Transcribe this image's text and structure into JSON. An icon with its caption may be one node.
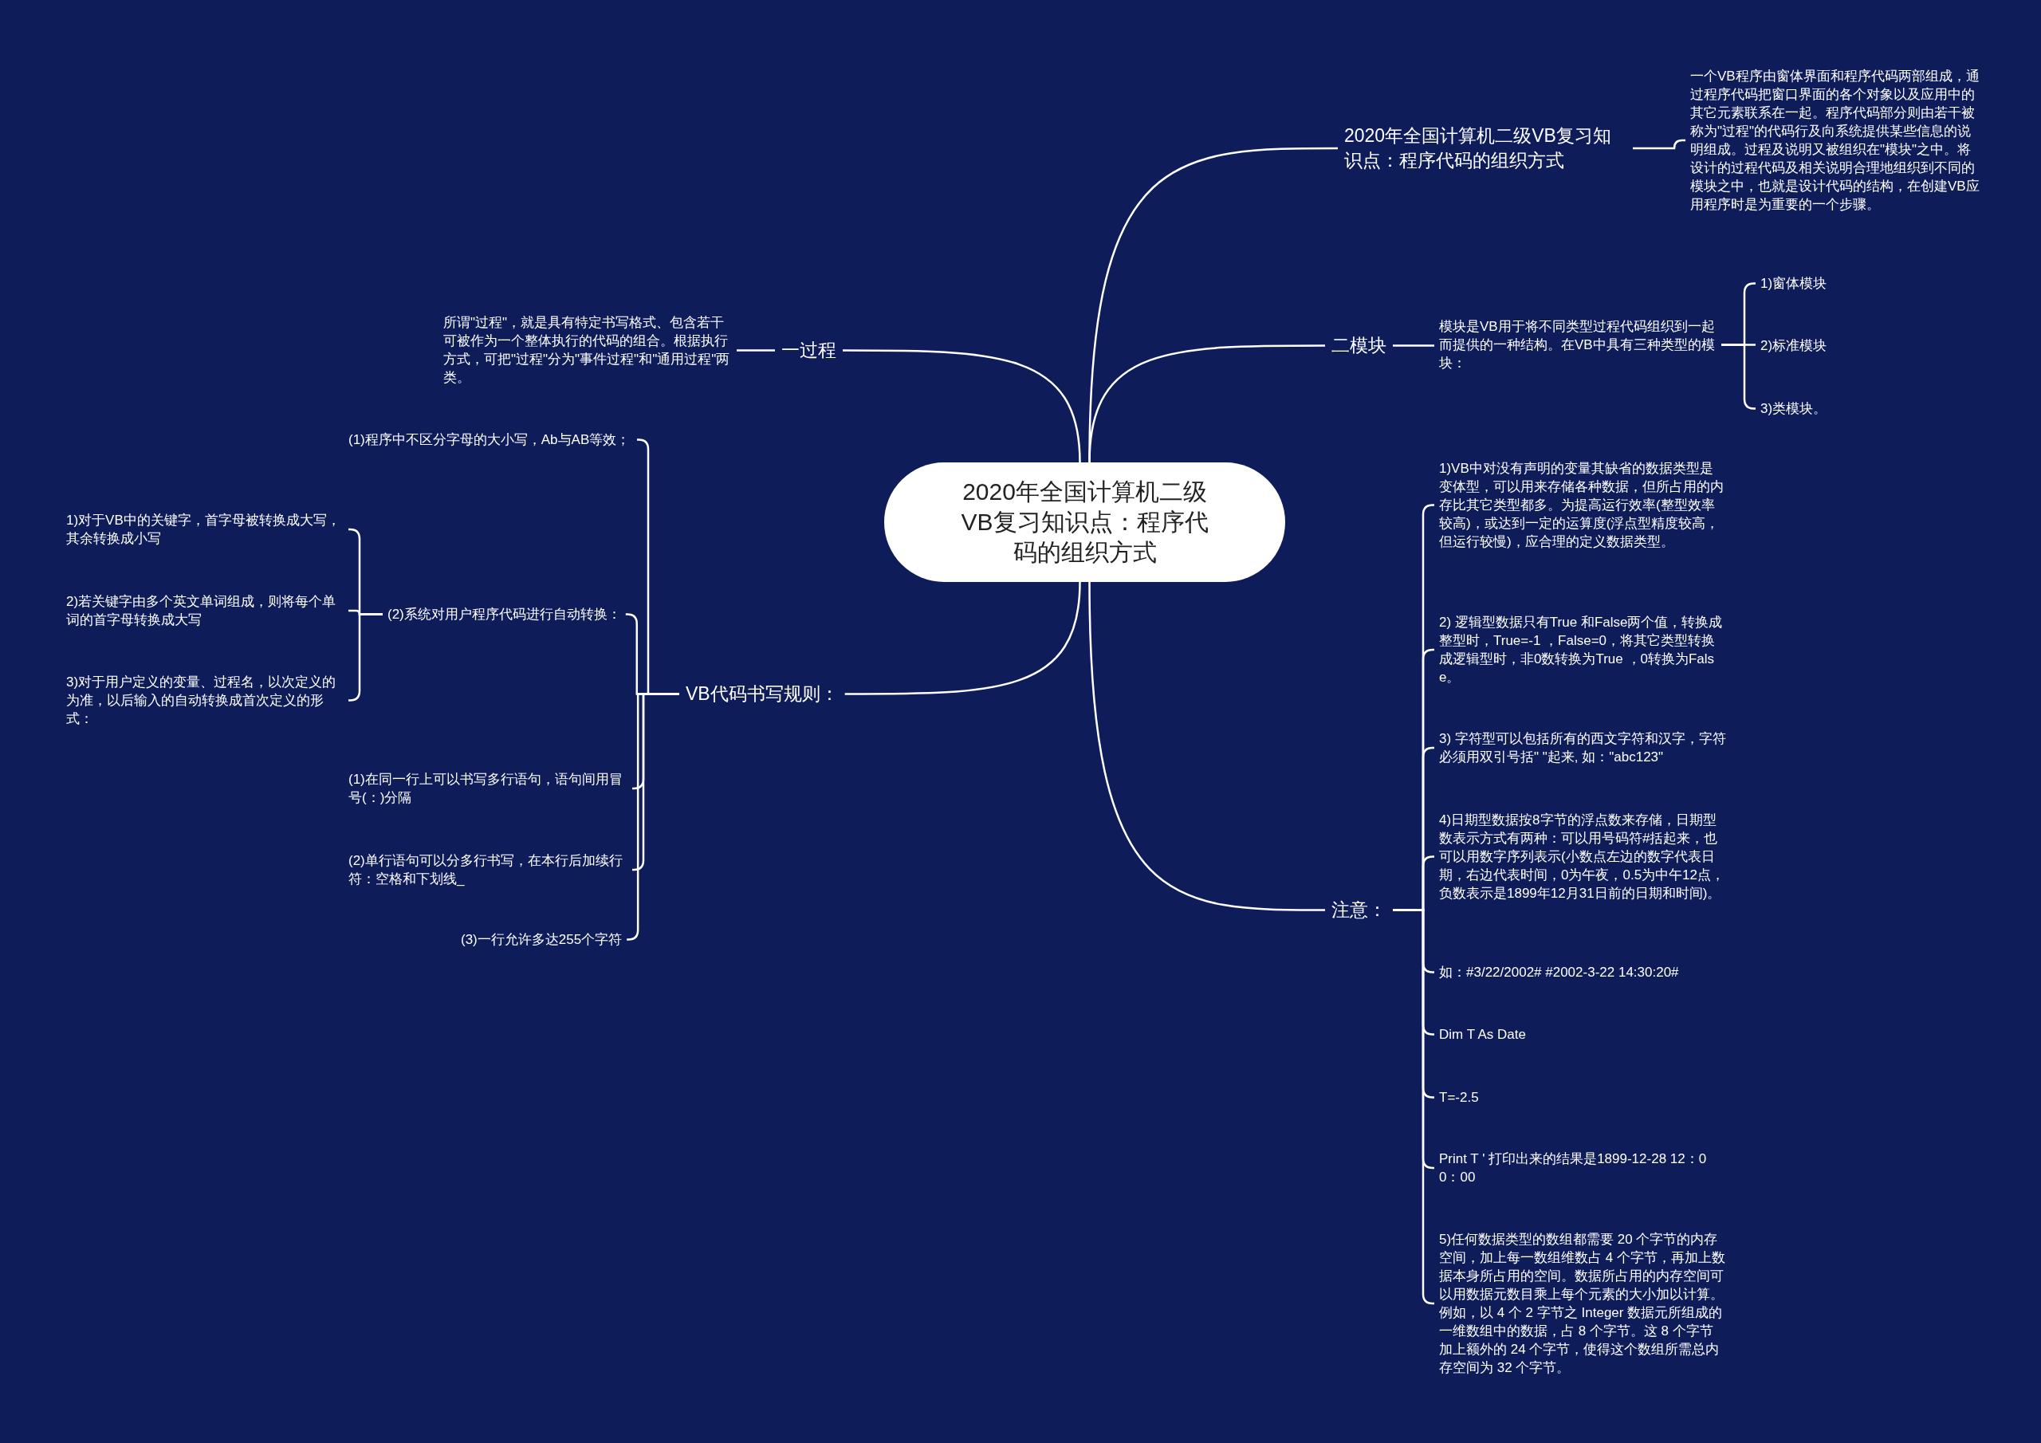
{
  "diagram": {
    "nodes": [
      {
        "text": [
          "2020年全国计算机二级VB复习知识点：程序代码的组织方式"
        ]
      },
      {
        "text": [
          "2020年全国计算机二级VB复习知识点：程序代码的组织方式"
        ]
      },
      {
        "text": [
          "一个VB程序由窗体界面和程序代码两部组成，通过程序代码把窗口界面的各个对象以及应用中的其它元素联系在一起。程序代码部分则由若干被称为\"过程\"的代码行及向系统提供某些信息的说明组成。过程及说明又被组织在\"模块\"之中。将设计的过程代码及相关说明合理地组织到不同的模块之中，也就是设计代码的结构，在创建VB应用程序时是为重要的一个步骤。"
        ]
      },
      {
        "text": [
          "一过程"
        ]
      },
      {
        "text": [
          "所谓\"过程\"，就是具有特定书写格式、包含若干可被作为一个整体执行的代码的组合。根据执行方式，可把\"过程\"分为\"事件过程\"和\"通用过程\"两类。"
        ]
      },
      {
        "text": [
          "二模块"
        ]
      },
      {
        "text": [
          "模块是VB用于将不同类型过程代码组织到一起而提供的一种结构。在VB中具有三种类型的模块："
        ]
      },
      {
        "text": [
          "1)窗体模块"
        ]
      },
      {
        "text": [
          "2)标准模块"
        ]
      },
      {
        "text": [
          "3)类模块。"
        ]
      },
      {
        "text": [
          "VB代码书写规则："
        ]
      },
      {
        "text": [
          "(1)程序中不区分字母的大小写，Ab与AB等效；"
        ]
      },
      {
        "text": [
          "(2)系统对用户程序代码进行自动转换："
        ]
      },
      {
        "text": [
          "1)对于VB中的关键字，首字母被转换成大写，其余转换成小写"
        ]
      },
      {
        "text": [
          "2)若关键字由多个英文单词组成，则将每个单词的首字母转换成大写"
        ]
      },
      {
        "text": [
          "3)对于用户定义的变量、过程名，以次定义的为准，以后输入的自动转换成首次定义的形式："
        ]
      },
      {
        "text": [
          "(1)在同一行上可以书写多行语句，语句间用冒号(：)分隔"
        ]
      },
      {
        "text": [
          "(2)单行语句可以分多行书写，在本行后加续行符：空格和下划线_"
        ]
      },
      {
        "text": [
          "(3)一行允许多达255个字符"
        ]
      },
      {
        "text": [
          "注意："
        ]
      },
      {
        "text": [
          "1)VB中对没有声明的变量其缺省的数据类型是变体型，可以用来存储各种数据，但所占用的内存比其它类型都多。为提高运行效率(整型效率较高)，或达到一定的运算度(浮点型精度较高，但运行较慢)，应合理的定义数据类型。"
        ]
      },
      {
        "text": [
          "2) 逻辑型数据只有True 和False两个值，转换成整型时，True=-1 ，False=0，将其它类型转换成逻辑型时，非0数转换为True ，0转换为False。"
        ]
      },
      {
        "text": [
          "3) 字符型可以包括所有的西文字符和汉字，字符必须用双引号括\" \"起来, 如：\"abc123\""
        ]
      },
      {
        "text": [
          "4)日期型数据按8字节的浮点数来存储，日期型数表示方式有两种：可以用号码符#括起来，也可以用数字序列表示(小数点左边的数字代表日期，右边代表时间，0为午夜，0.5为中午12点，负数表示是1899年12月31日前的日期和时间)。"
        ]
      },
      {
        "text": [
          "如：#3/22/2002# #2002-3-22 14:30:20#"
        ]
      },
      {
        "text": [
          "Dim T As Date"
        ]
      },
      {
        "text": [
          "T=-2.5"
        ]
      },
      {
        "text": [
          "Print T ' 打印出来的结果是1899-12-28 12：00：00"
        ]
      },
      {
        "text": [
          "5)任何数据类型的数组都需要 20 个字节的内存空间，加上每一数组维数占 4 个字节，再加上数据本身所占用的空间。数据所占用的内存空间可以用数据元数目乘上每个元素的大小加以计算。例如，以 4 个 2 字节之 Integer 数据元所组成的一维数组中的数据，占 8 个字节。这 8 个字节加上额外的 24 个字节，使得这个数组所需总内存空间为 32 个字节。"
        ]
      }
    ],
    "edges": [
      {
        "from": 0,
        "to": 1,
        "arrow": "none"
      },
      {
        "from": 1,
        "to": 2,
        "arrow": "none"
      },
      {
        "from": 0,
        "to": 3,
        "arrow": "none"
      },
      {
        "from": 3,
        "to": 4,
        "arrow": "none"
      },
      {
        "from": 0,
        "to": 5,
        "arrow": "none"
      },
      {
        "from": 5,
        "to": 6,
        "arrow": "none"
      },
      {
        "from": 6,
        "to": 7,
        "arrow": "none"
      },
      {
        "from": 6,
        "to": 8,
        "arrow": "none"
      },
      {
        "from": 6,
        "to": 9,
        "arrow": "none"
      },
      {
        "from": 0,
        "to": 10,
        "arrow": "none"
      },
      {
        "from": 10,
        "to": 11,
        "arrow": "none"
      },
      {
        "from": 10,
        "to": 12,
        "arrow": "none"
      },
      {
        "from": 12,
        "to": 13,
        "arrow": "none"
      },
      {
        "from": 12,
        "to": 14,
        "arrow": "none"
      },
      {
        "from": 12,
        "to": 15,
        "arrow": "none"
      },
      {
        "from": 10,
        "to": 16,
        "arrow": "none"
      },
      {
        "from": 10,
        "to": 17,
        "arrow": "none"
      },
      {
        "from": 10,
        "to": 18,
        "arrow": "none"
      },
      {
        "from": 0,
        "to": 19,
        "arrow": "none"
      },
      {
        "from": 19,
        "to": 20,
        "arrow": "none"
      },
      {
        "from": 19,
        "to": 21,
        "arrow": "none"
      },
      {
        "from": 19,
        "to": 22,
        "arrow": "none"
      },
      {
        "from": 19,
        "to": 23,
        "arrow": "none"
      },
      {
        "from": 19,
        "to": 24,
        "arrow": "none"
      },
      {
        "from": 19,
        "to": 25,
        "arrow": "none"
      },
      {
        "from": 19,
        "to": 26,
        "arrow": "none"
      },
      {
        "from": 19,
        "to": 27,
        "arrow": "none"
      },
      {
        "from": 19,
        "to": 28,
        "arrow": "none"
      }
    ]
  }
}
